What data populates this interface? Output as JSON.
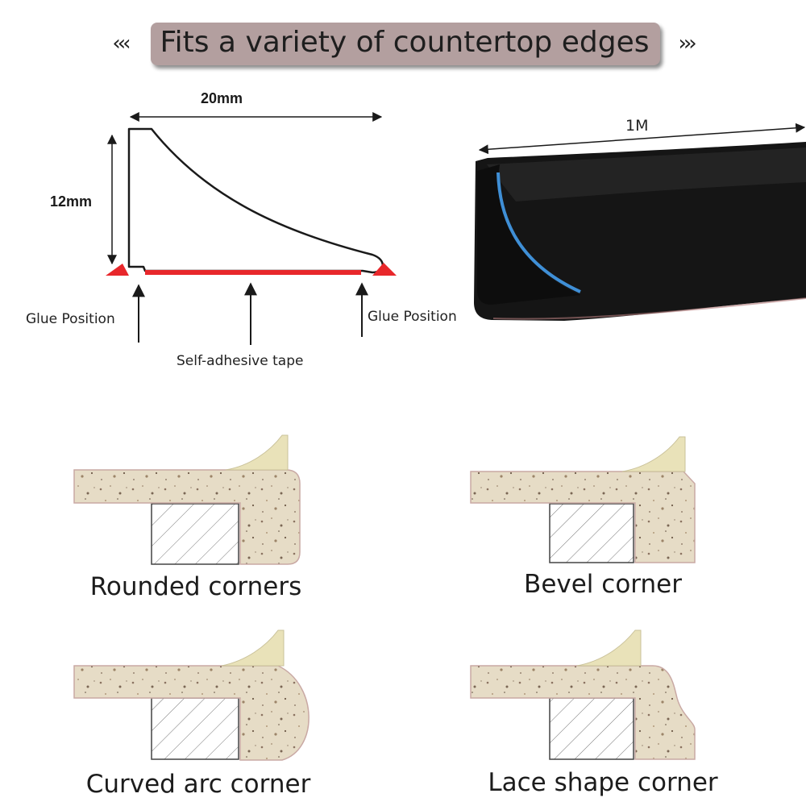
{
  "banner": {
    "title": "Fits a variety of countertop edges",
    "left_decoration": "‹‹‹",
    "right_decoration": "›››"
  },
  "profile_diagram": {
    "width_label": "20mm",
    "height_label": "12mm",
    "left_callout": "Glue Position",
    "right_callout": "Glue Position",
    "center_callout": "Self-adhesive tape",
    "colors": {
      "tape": "#e8272b",
      "outline": "#1a1a1a"
    }
  },
  "product_photo": {
    "length_label": "1M",
    "colors": {
      "strip": "#151515",
      "tape_edge": "#3f8fd6"
    }
  },
  "edge_types": [
    {
      "label": "Rounded corners"
    },
    {
      "label": "Bevel corner"
    },
    {
      "label": "Curved arc corner"
    },
    {
      "label": "Lace shape corner"
    }
  ],
  "colors": {
    "stone": "#e6dcc6",
    "stone_edge": "#c9a9a4",
    "strip": "#e9e2b9",
    "banner_bg": "#b39f9f"
  }
}
